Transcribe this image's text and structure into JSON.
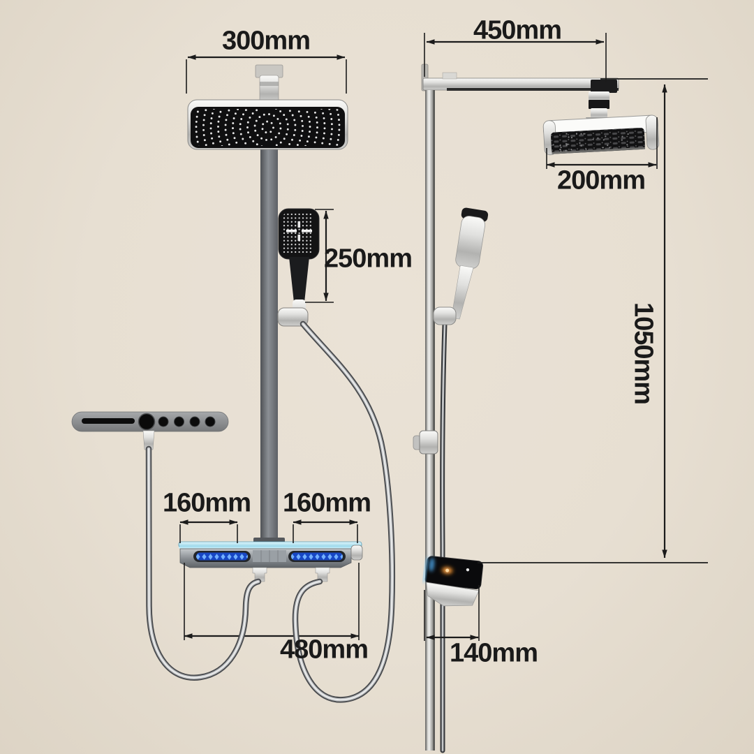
{
  "dimensions": {
    "front_head_width": "300mm",
    "hand_shower_height": "250mm",
    "shelf_left_span": "160mm",
    "shelf_right_span": "160mm",
    "shelf_total_width": "480mm",
    "side_arm_length": "450mm",
    "side_head_width": "200mm",
    "column_height": "1050mm",
    "display_depth": "140mm"
  },
  "colors": {
    "background": "#e7dfd2",
    "dimension_line": "#1b1b1b",
    "led_blue": "#1747c4",
    "led_blue_light": "#73b0ff",
    "glass_cyan": "#9fdcef",
    "glow_orange": "#ff9420",
    "glow_blue": "#52b6ff",
    "head_black": "#101010",
    "chrome": "#d9d9d7",
    "pole_gray": "#6a6e73"
  }
}
